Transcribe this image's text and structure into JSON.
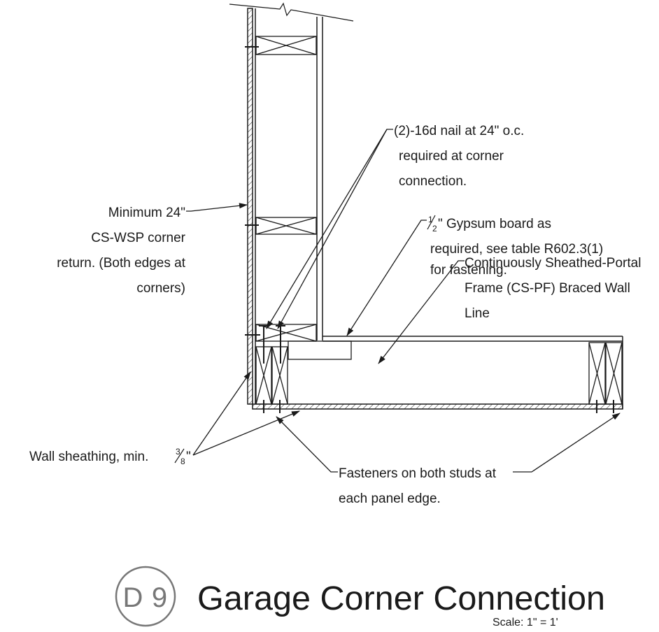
{
  "title": {
    "detail_letter": "D",
    "detail_number": "9",
    "text": "Garage Corner Connection",
    "scale": "Scale: 1\" = 1'"
  },
  "notes": {
    "nail_line1": "(2)-16d nail at 24\" o.c.",
    "nail_line2": "required at corner",
    "nail_line3": "connection.",
    "gypsum_frac_num": "1",
    "gypsum_frac_den": "2",
    "gypsum_line1": "\" Gypsum board as",
    "gypsum_line2": "required, see table R602.3(1)",
    "gypsum_line3": "for fastening.",
    "cspf_line1": "Continuously Sheathed-Portal",
    "cspf_line2": "Frame (CS-PF) Braced Wall",
    "cspf_line3": "Line",
    "return_line1": "Minimum 24\"",
    "return_line2": "CS-WSP corner",
    "return_line3": "return. (Both edges at",
    "return_line4": "corners)",
    "sheathing_text": "Wall sheathing, min. ",
    "sheathing_frac_num": "3",
    "sheathing_frac_den": "8",
    "sheathing_inch": "\"",
    "fastener_line1": "Fasteners on both studs at",
    "fastener_line2": "each panel edge."
  },
  "colors": {
    "line": "#1a1a1a",
    "detail_circle": "#777777",
    "background": "#ffffff"
  }
}
